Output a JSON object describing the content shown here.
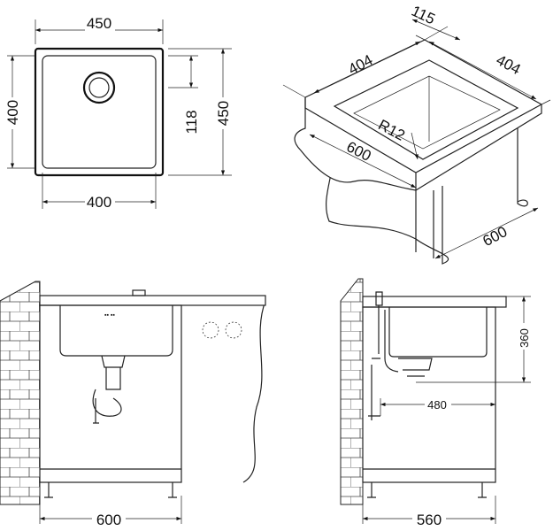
{
  "top_view": {
    "width_outer": "450",
    "width_inner": "400",
    "height_inner": "400",
    "drain_offset": "118",
    "height_outer": "450"
  },
  "iso_view": {
    "depth_back": "115",
    "side_left": "404",
    "side_right": "404",
    "radius": "R12",
    "front_width": "600",
    "cabinet_depth": "600"
  },
  "front_view": {
    "cabinet_width": "600"
  },
  "side_view": {
    "bowl_depth": "360",
    "drain_distance": "480",
    "cabinet_depth": "560"
  },
  "colors": {
    "line": "#222222",
    "background": "#ffffff"
  }
}
